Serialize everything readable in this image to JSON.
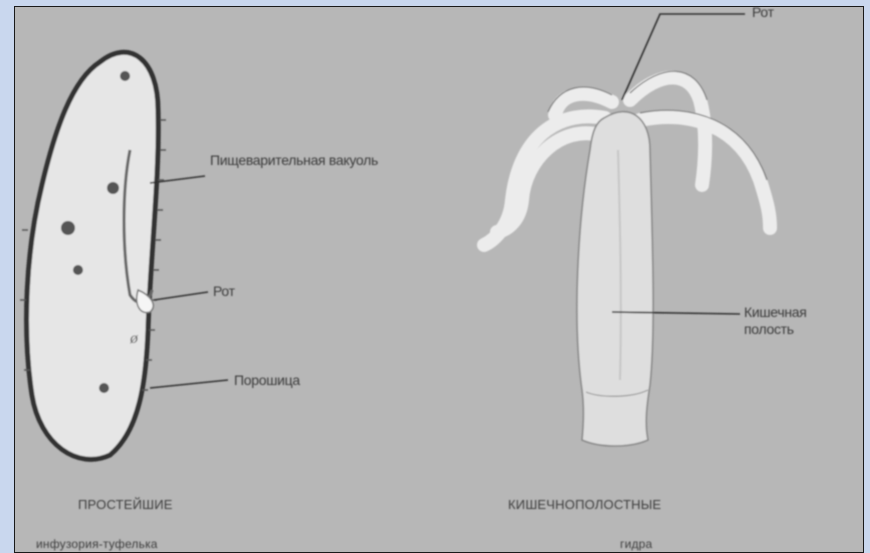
{
  "labels": {
    "left_vacuole": "Пищеварительная вакуоль",
    "left_mouth": "Рот",
    "left_anal": "Порошица",
    "right_mouth": "Рот",
    "right_cavity": "Кишечная полость"
  },
  "captions": {
    "left_line1": "ПРОСТЕЙШИЕ",
    "left_line2": "инфузория-туфелька",
    "right_line1": "КИШЕЧНОПОЛОСТНЫЕ",
    "right_line2": "гидра"
  },
  "colors": {
    "background": "#b7b7b7",
    "page_margin": "#c9d7ee",
    "organism_fill": "#e6e6e6",
    "outline": "#3a3a3a"
  }
}
